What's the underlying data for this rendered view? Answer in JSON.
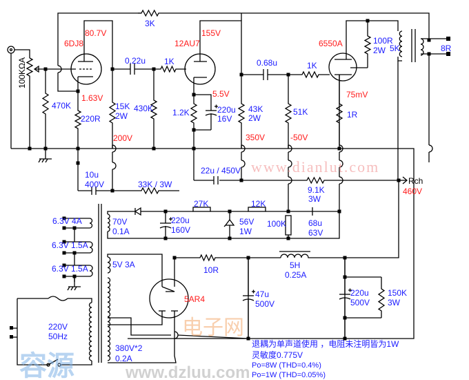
{
  "colors": {
    "wire": "#000000",
    "component_label": "#1a1aff",
    "voltage_label": "#ff1a1a"
  },
  "icons": {
    "input": "rca-jack-icon",
    "ground": "ground-icon",
    "output": "output-terminal-icon"
  },
  "tubes": {
    "v1": "6DJ8",
    "v2": "12AU7",
    "v3": "6550A",
    "rect": "5AR4"
  },
  "voltages": {
    "v1_plate": "80.7V",
    "v1_cathode": "1.63V",
    "v1_supply": "200V",
    "v2_plate": "155V",
    "v2_cathode": "5.5V",
    "v2_supply": "350V",
    "bias": "-50V",
    "v3_cathode": "75mV",
    "bplus": "460V"
  },
  "parts": {
    "fb_r": "3K",
    "pot": "100KΩA",
    "r470k": "470K",
    "r220": "220R",
    "c022": "0.22u",
    "r15k": "15K",
    "r15k_w": "2W",
    "r430k": "430K",
    "r1k_a": "1K",
    "r12k": "1.2K",
    "c220_a": "220u",
    "c220_a_v": "16V",
    "c22": "22u / 450V",
    "c10": "10u",
    "c10_v": "400V",
    "r33k": "33K / 3W",
    "c068": "0.68u",
    "r1k_b": "1K",
    "r100r": "100R",
    "r100r_w": "2W",
    "ot_pri": "5K",
    "ot_sec": "8R",
    "r43k": "43K",
    "r43k_w": "2W",
    "r51k": "51K",
    "r1r": "1R",
    "rch": "Rch",
    "r91k": "9.1K",
    "r91k_w": "3W",
    "r27k": "27K",
    "r12k_b": "12K",
    "c220_b": "220u",
    "c220_b_v": "160V",
    "zener": "56V",
    "zener_w": "1W",
    "r100k": "100K",
    "c68": "68u",
    "c68_v": "63V",
    "w_70": "70V",
    "w_70_a": "0.1A",
    "w_h1": "6.3V  4A",
    "w_h2": "6.3V 1.5A",
    "w_h3": "6.3V 1.5A",
    "w_5v": "5V 3A",
    "r10r": "10R",
    "choke": "5H",
    "choke_a": "0.25A",
    "c47": "47u",
    "c47_v": "500V",
    "c220_c": "220u",
    "c220_c_v": "500V",
    "r150k": "150K",
    "r150k_w": "3W",
    "mains": "220V",
    "mains_f": "50Hz",
    "w_hv": "380V*2",
    "w_hv_a": "0.2A"
  },
  "notes": [
    "退耦为单声道使用 ，电阻未注明皆为1W",
    "灵敏度0.775V",
    "Po=8W (THD=0.4%)",
    "Po=1W (THD=0.05%)"
  ],
  "watermarks": {
    "site1": "www.dianlut.com",
    "logo_cn1": "容源",
    "logo_cn2": "电子网",
    "site2": "www.dzluu.com"
  }
}
